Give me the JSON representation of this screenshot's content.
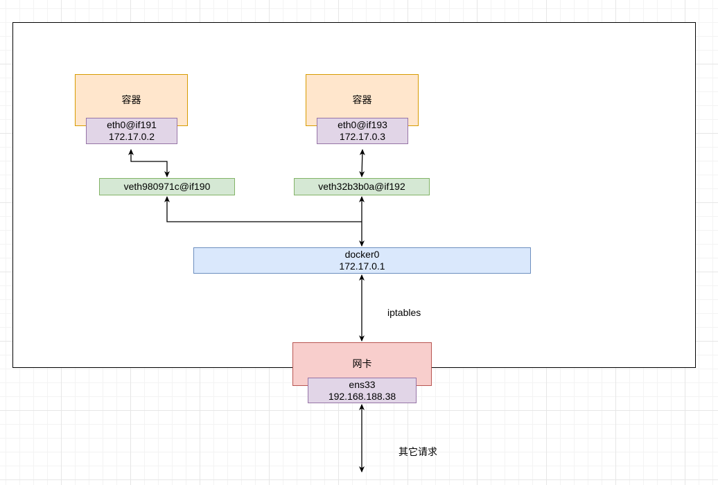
{
  "containers": [
    {
      "title": "容器",
      "iface": "eth0@if191",
      "ip": "172.17.0.2"
    },
    {
      "title": "容器",
      "iface": "eth0@if193",
      "ip": "172.17.0.3"
    }
  ],
  "veth": [
    {
      "name": "veth980971c@if190"
    },
    {
      "name": "veth32b3b0a@if192"
    }
  ],
  "bridge": {
    "name": "docker0",
    "ip": "172.17.0.1"
  },
  "nic": {
    "title": "网卡",
    "iface": "ens33",
    "ip": "192.168.188.38"
  },
  "edges": {
    "iptables": "iptables",
    "other_requests": "其它请求"
  },
  "colors": {
    "container_fill": "#ffe6cc",
    "container_stroke": "#d79b00",
    "iface_fill": "#e1d5e7",
    "iface_stroke": "#9673a6",
    "veth_fill": "#d5e8d4",
    "veth_stroke": "#82b366",
    "bridge_fill": "#dae8fc",
    "bridge_stroke": "#6c8ebf",
    "nic_fill": "#f8cecc",
    "nic_stroke": "#b85450"
  }
}
